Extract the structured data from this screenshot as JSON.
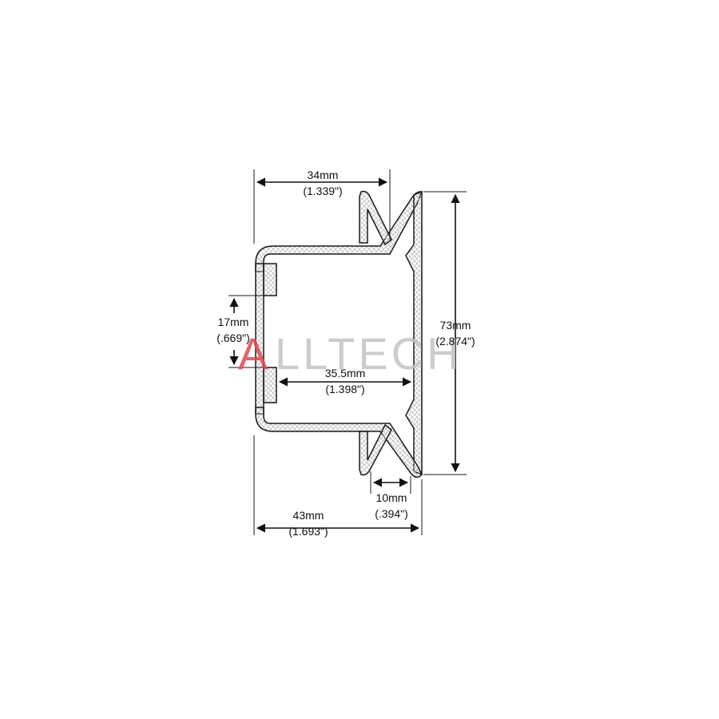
{
  "diagram": {
    "dimensions": {
      "top_width": {
        "metric": "34mm",
        "imperial": "(1.339\")"
      },
      "inner_height": {
        "metric": "17mm",
        "imperial": "(.669\")"
      },
      "overall_height": {
        "metric": "73mm",
        "imperial": "(2.874\")"
      },
      "inner_depth": {
        "metric": "35.5mm",
        "imperial": "(1.398\")"
      },
      "flange_gap": {
        "metric": "10mm",
        "imperial": "(.394\")"
      },
      "overall_width": {
        "metric": "43mm",
        "imperial": "(1.693\")"
      }
    },
    "watermark": {
      "accent": "A",
      "rest": "LLTECH",
      "accent_color": "#e0484e",
      "rest_color": "#c4c4c4"
    },
    "colors": {
      "line": "#1a1a1a",
      "hatch": "#bdbdbd"
    }
  }
}
